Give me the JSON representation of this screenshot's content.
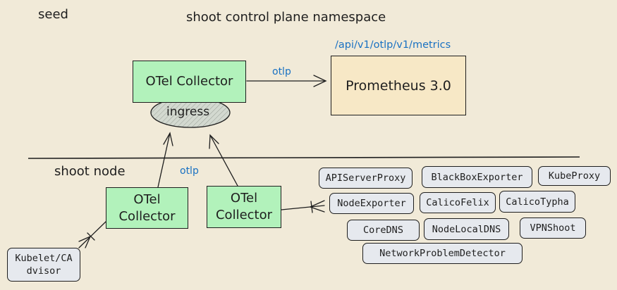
{
  "zones": {
    "seed": "seed",
    "shoot_control_plane": "shoot control plane namespace",
    "shoot_node": "shoot node"
  },
  "seed_collector": {
    "label": "OTel Collector",
    "ingress": "ingress"
  },
  "edge_labels": {
    "seed_to_prometheus": "otlp",
    "node_to_seed": "otlp"
  },
  "prometheus": {
    "label": "Prometheus 3.0",
    "endpoint": "/api/v1/otlp/v1/metrics"
  },
  "node_collectors": [
    {
      "label": "OTel\nCollector"
    },
    {
      "label": "OTel\nCollector"
    }
  ],
  "kubelet": {
    "label": "Kubelet/CA\ndvisor"
  },
  "sources": [
    "APIServerProxy",
    "BlackBoxExporter",
    "KubeProxy",
    "NodeExporter",
    "CalicoFelix",
    "CalicoTypha",
    "CoreDNS",
    "NodeLocalDNS",
    "VPNShoot",
    "NetworkProblemDetector"
  ],
  "colors": {
    "background": "#f1ead8",
    "collector_fill": "#b2f2bb",
    "prometheus_fill": "#f7e8c6",
    "chip_fill": "#e6e9ee",
    "ingress_fill": "#d3d9d0",
    "annotation_blue": "#1971c2"
  }
}
